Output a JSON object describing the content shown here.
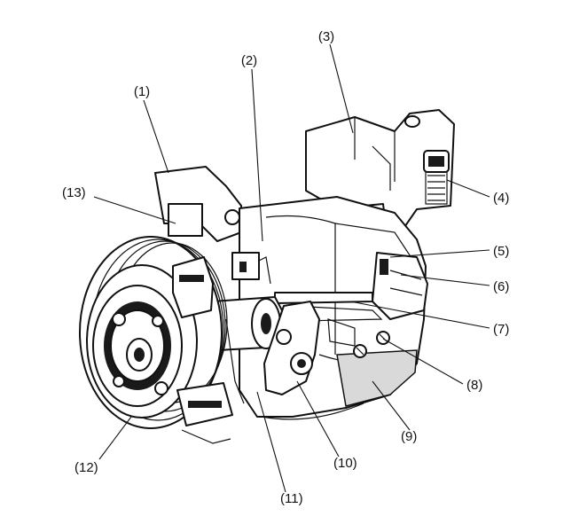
{
  "diagram": {
    "callouts": [
      {
        "id": "c1",
        "text": "(1)"
      },
      {
        "id": "c2",
        "text": "(2)"
      },
      {
        "id": "c3",
        "text": "(3)"
      },
      {
        "id": "c4",
        "text": "(4)"
      },
      {
        "id": "c5",
        "text": "(5)"
      },
      {
        "id": "c6",
        "text": "(6)"
      },
      {
        "id": "c7",
        "text": "(7)"
      },
      {
        "id": "c8",
        "text": "(8)"
      },
      {
        "id": "c9",
        "text": "(9)"
      },
      {
        "id": "c10",
        "text": "(10)"
      },
      {
        "id": "c11",
        "text": "(11)"
      },
      {
        "id": "c12",
        "text": "(12)"
      },
      {
        "id": "c13",
        "text": "(13)"
      }
    ]
  }
}
